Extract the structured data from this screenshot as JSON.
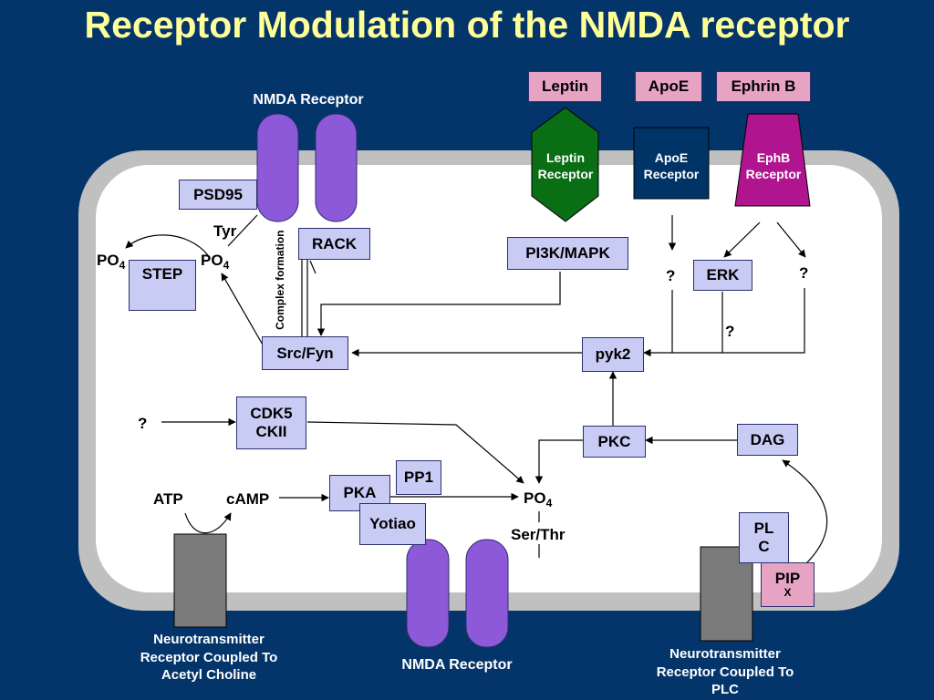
{
  "title": "Receptor Modulation of the NMDA receptor",
  "nmda_top_label": "NMDA Receptor",
  "nmda_bottom_label": "NMDA Receptor",
  "ligands": {
    "leptin": "Leptin",
    "apoe": "ApoE",
    "ephrin_b": "Ephrin B"
  },
  "receptors": {
    "leptin": "Leptin Receptor",
    "apoe": "ApoE Receptor",
    "ephb": "EphB Receptor"
  },
  "nodes": {
    "psd95": "PSD95",
    "step": "STEP",
    "rack": "RACK",
    "pi3k_mapk": "PI3K/MAPK",
    "erk": "ERK",
    "src_fyn": "Src/Fyn",
    "pyk2": "pyk2",
    "cdk5_line1": "CDK5",
    "cdk5_line2": "CKII",
    "pkc": "PKC",
    "dag": "DAG",
    "pp1": "PP1",
    "pka": "PKA",
    "yotiao": "Yotiao",
    "plc": "PL C",
    "pip_main": "PIP",
    "pip_sub": "X"
  },
  "labels": {
    "tyr": "Tyr",
    "po_base": "PO",
    "po_sub": "4",
    "complex_formation": "Complex formation",
    "question": "?",
    "atp": "ATP",
    "camp": "cAMP",
    "ser_thr": "Ser/Thr"
  },
  "bottom_labels": {
    "acetylcholine": "Neurotransmitter Receptor Coupled To Acetyl Choline",
    "plc_receptor": "Neurotransmitter Receptor Coupled To PLC"
  },
  "colors": {
    "background": "#03346a",
    "title": "#ffff99",
    "cell_fill": "#ffffff",
    "cell_border": "#c0c0c0",
    "node_fill": "#c8ccf4",
    "ligand_fill": "#e7a3c3",
    "nmda_fill": "#8e59d8",
    "leptin_receptor_fill": "#0a6e14",
    "apoe_receptor_fill": "#003366",
    "ephb_receptor_fill": "#b1148f",
    "gpcr_fill": "#7b7b7b"
  }
}
